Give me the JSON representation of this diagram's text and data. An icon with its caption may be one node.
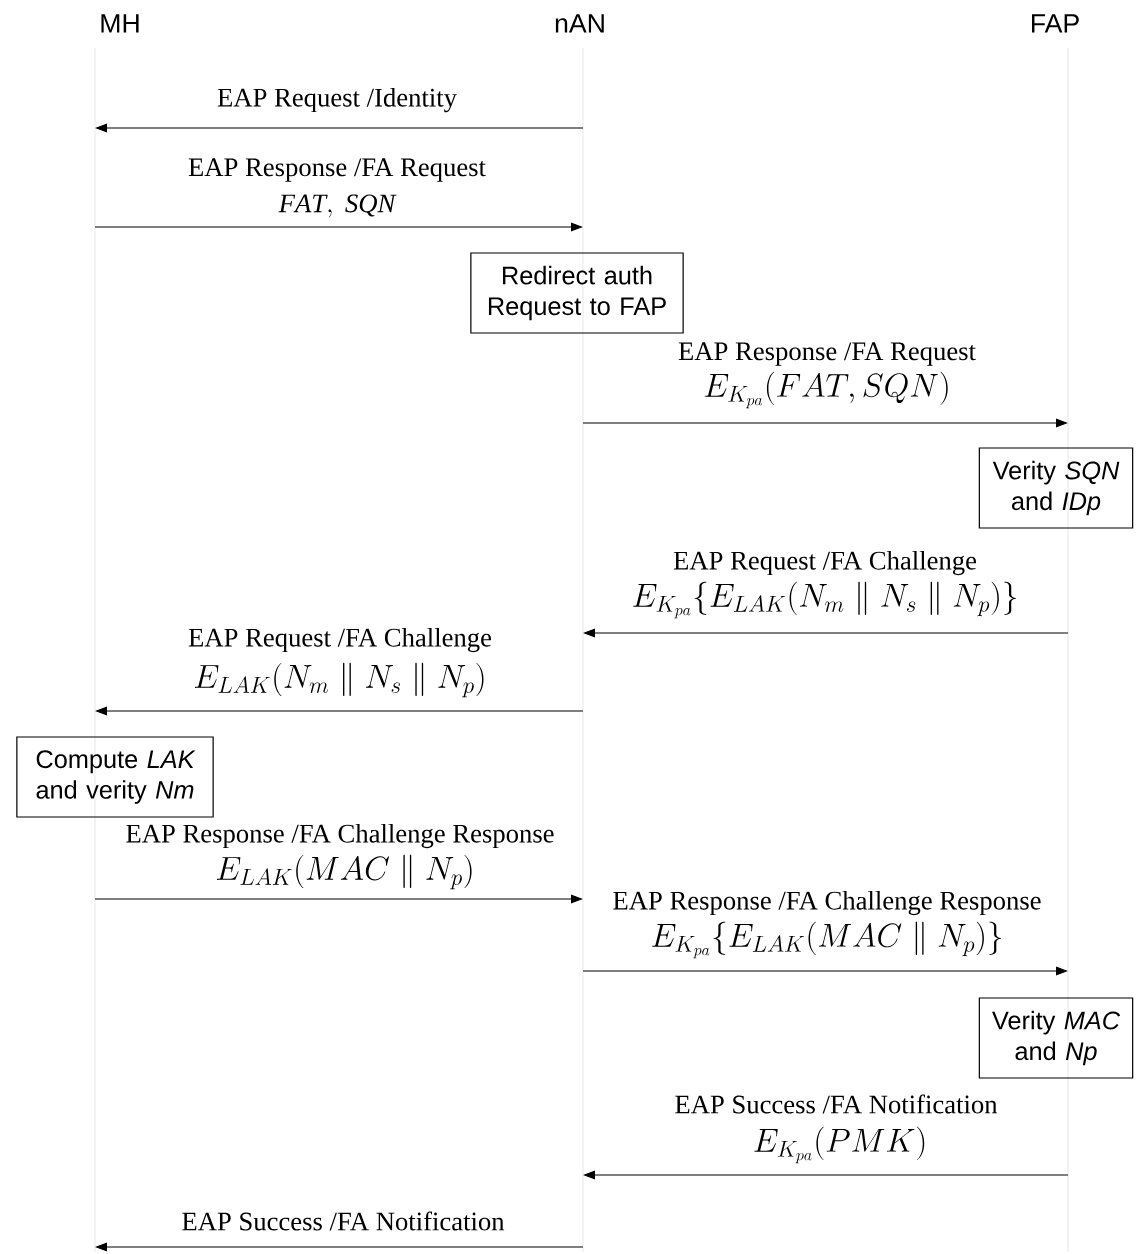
{
  "diagram": {
    "nodes": [
      {
        "text": [
          "MH"
        ]
      },
      {
        "text": [
          "nAN"
        ]
      },
      {
        "text": [
          "FAP"
        ]
      },
      {
        "text": [
          "Redirect auth Request to FAP"
        ]
      },
      {
        "text": [
          "Verity *SQN* and *IDp*"
        ]
      },
      {
        "text": [
          "Compute *LAK* and verity *Nm*"
        ]
      },
      {
        "text": [
          "Verity *MAC* and *Np*"
        ]
      }
    ],
    "edges": [
      {
        "from": 1,
        "to": 0,
        "arrow": "to",
        "label": "EAP Request /Identity"
      },
      {
        "from": 0,
        "to": 1,
        "arrow": "to",
        "label": "EAP Response /FA Request"
      },
      {
        "from": 1,
        "to": 2,
        "arrow": "to",
        "label": "EAP Response /FA Request"
      },
      {
        "from": 2,
        "to": 1,
        "arrow": "to",
        "label": "EAP Request /FA Challenge"
      },
      {
        "from": 1,
        "to": 0,
        "arrow": "to",
        "label": "EAP Request /FA Challenge"
      },
      {
        "from": 0,
        "to": 1,
        "arrow": "to",
        "label": "EAP Response /FA Challenge Response"
      },
      {
        "from": 1,
        "to": 2,
        "arrow": "to",
        "label": "EAP Response /FA Challenge Response"
      },
      {
        "from": 2,
        "to": 1,
        "arrow": "to",
        "label": "EAP Success /FA Notification"
      },
      {
        "from": 1,
        "to": 0,
        "arrow": "to",
        "label": "EAP Success /FA Notification"
      }
    ],
    "labels": [
      "\\mathit{FAT},\\ \\mathit{SQN}",
      "E_{K_{pa}}(FAT,SQN)",
      "E_{K_{pa}}\\{E_{LAK}(N_m \\parallel N_s \\parallel N_p)\\}",
      "E_{LAK}(N_m \\parallel N_s \\parallel N_p)",
      "E_{LAK}(MAC \\parallel N_p)",
      "E_{K_{pa}}\\{E_{LAK}(MAC \\parallel N_p)\\}",
      "E_{K_{pa}}(PMK)"
    ]
  }
}
